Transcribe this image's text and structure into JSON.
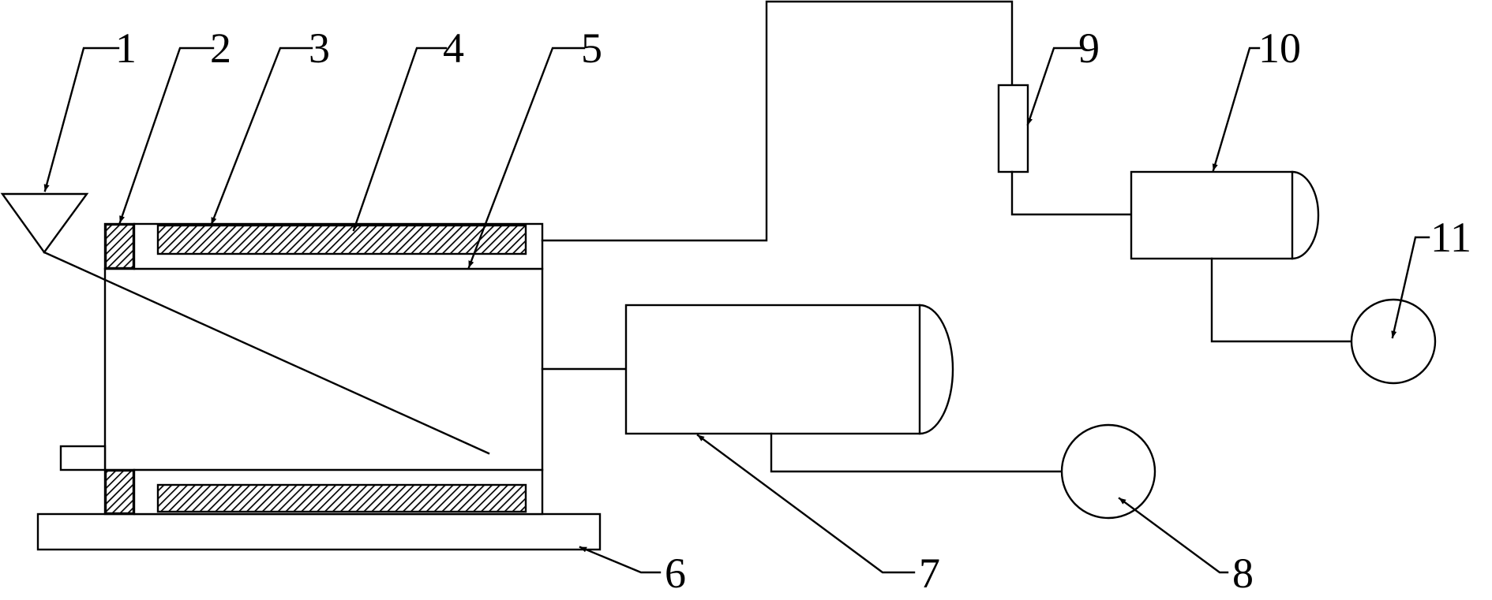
{
  "labels": {
    "l1": "1",
    "l2": "2",
    "l3": "3",
    "l4": "4",
    "l5": "5",
    "l6": "6",
    "l7": "7",
    "l8": "8",
    "l9": "9",
    "l10": "10",
    "l11": "11"
  },
  "colors": {
    "stroke": "#000000",
    "background": "#ffffff"
  }
}
